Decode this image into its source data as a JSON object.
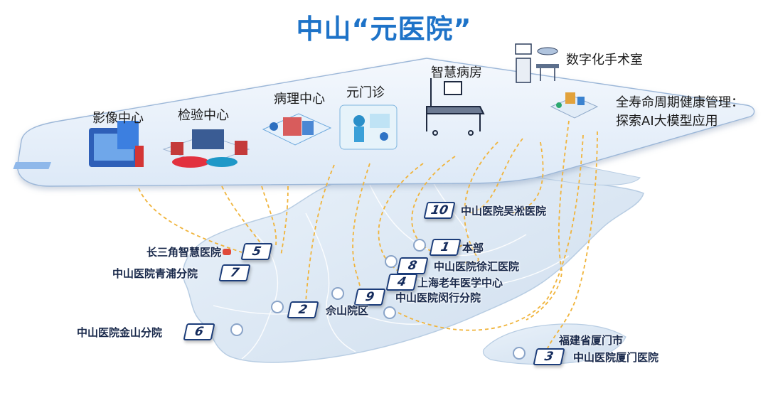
{
  "title": "中山“元医院”",
  "platform": {
    "modules": [
      {
        "id": "imaging",
        "label": "影像中心"
      },
      {
        "id": "lab",
        "label": "检验中心"
      },
      {
        "id": "pathology",
        "label": "病理中心"
      },
      {
        "id": "meta_clinic",
        "label": "元门诊"
      },
      {
        "id": "smart_ward",
        "label": "智慧病房"
      },
      {
        "id": "digital_or",
        "label": "数字化手术室"
      },
      {
        "id": "health_mgmt",
        "label_line1": "全寿命周期健康管理：",
        "label_line2": "探索AI大模型应用"
      }
    ]
  },
  "sites": [
    {
      "no": "1",
      "name": "本部"
    },
    {
      "no": "2",
      "name": "佘山院区"
    },
    {
      "no": "3",
      "name": "中山医院厦门医院",
      "sub": "福建省厦门市"
    },
    {
      "no": "4",
      "name": "上海老年医学中心"
    },
    {
      "no": "5",
      "name": "长三角智慧医院",
      "badge": "网"
    },
    {
      "no": "6",
      "name": "中山医院金山分院"
    },
    {
      "no": "7",
      "name": "中山医院青浦分院"
    },
    {
      "no": "8",
      "name": "中山医院徐汇医院"
    },
    {
      "no": "9",
      "name": "中山医院闵行分院"
    },
    {
      "no": "10",
      "name": "中山医院吴淞医院"
    }
  ],
  "colors": {
    "title": "#1e73c8",
    "platform": "#e8f1fb",
    "connector": "#f0b43c",
    "map": "#d6e4f2"
  }
}
